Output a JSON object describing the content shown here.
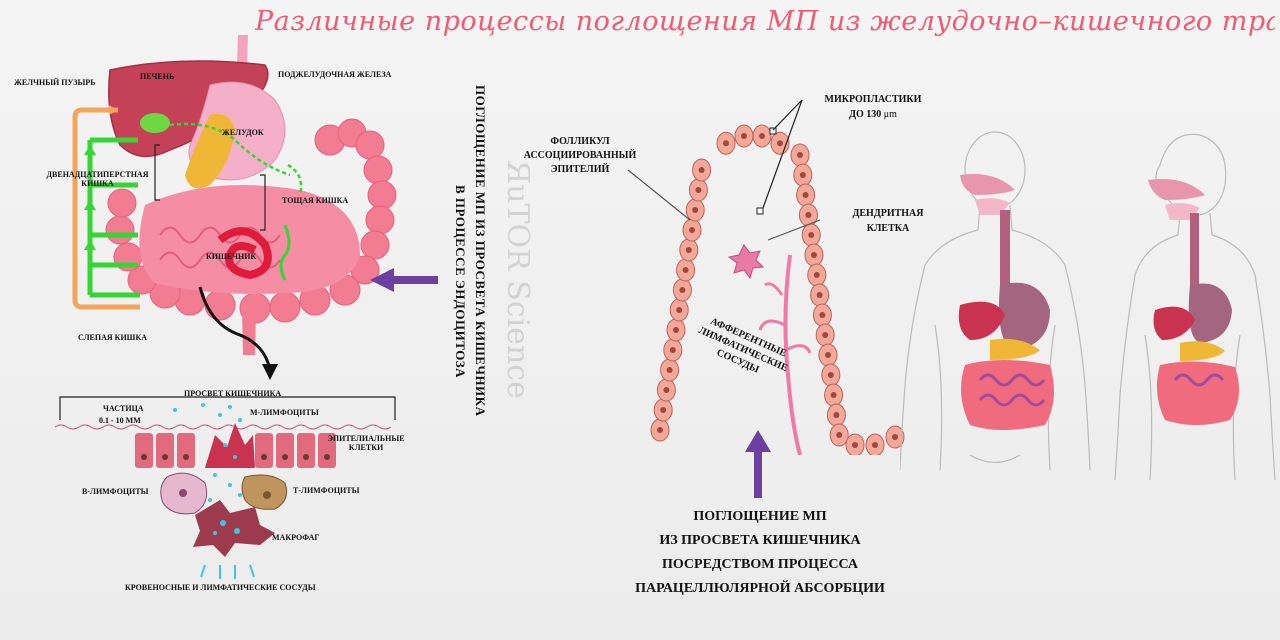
{
  "title": "Различные процессы поглощения МП из желудочно–кишечного тракта после воздействия",
  "watermark": "ЯuTOR Science",
  "colors": {
    "title": "#f05a72",
    "arrow": "#6c3fa0",
    "green_path": "#33d633",
    "orange_path": "#f3a65a",
    "tissue": "#f26b84",
    "cell_fill": "#f2a99a"
  },
  "left_panel": {
    "labels": {
      "gallbladder": "ЖЕЛЧНЫЙ ПУЗЫРЬ",
      "liver": "ПЕЧЕНЬ",
      "pancreas": "ПОДЖЕЛУДОЧНАЯ ЖЕЛЕЗА",
      "stomach": "ЖЕЛУДОК",
      "duodenum_1": "ДВЕНАДЦАТИПЕРСТНАЯ",
      "duodenum_2": "КИШКА",
      "jejunum": "ТОЩАЯ КИШКА",
      "intestine": "КИШЕЧНИК",
      "cecum": "СЛЕПАЯ КИШКА"
    },
    "detail": {
      "lumen": "ПРОСВЕТ КИШЕЧНИКА",
      "particle": "ЧАСТИЦА",
      "particle_size": "0.1 - 10 μm",
      "m_cells": "М-ЛИМФОЦИТЫ",
      "epithelial_1": "ЭПИТЕЛИАЛЬНЫЕ",
      "epithelial_2": "КЛЕТКИ",
      "b_cells": "В-ЛИМФОЦИТЫ",
      "t_cells": "Т-ЛИМФОЦИТЫ",
      "macrophage": "МАКРОФАГ",
      "vessels": "КРОВЕНОСНЫЕ И ЛИМФАТИЧЕСКИЕ СОСУДЫ"
    }
  },
  "vertical_caption": {
    "line1": "ПОГЛОЩЕНИЕ МП ИЗ ПРОСВЕТА КИШЕЧНИКА",
    "line2": "В ПРОЦЕССЕ ЭНДОЦИТОЗА"
  },
  "villus_panel": {
    "follicle_1": "ФОЛЛИКУЛ",
    "follicle_2": "АССОЦИИРОВАННЫЙ",
    "follicle_3": "ЭПИТЕЛИЙ",
    "micro_1": "МИКРОПЛАСТИКИ",
    "micro_2": "ДО 130",
    "micro_unit": "μm",
    "dendritic_1": "ДЕНДРИТНАЯ",
    "dendritic_2": "КЛЕТКА",
    "afferent_1": "АФФЕРЕНТНЫЕ",
    "afferent_2": "ЛИМФАТИЧЕСКИЕ",
    "afferent_3": "СОСУДЫ",
    "caption_1": "ПОГЛОЩЕНИЕ МП",
    "caption_2": "ИЗ ПРОСВЕТА КИШЕЧНИКА",
    "caption_3": "ПОСРЕДСТВОМ ПРОЦЕССА",
    "caption_4": "ПАРАЦЕЛЛЮЛЯРНОЙ АБСОРБЦИИ"
  }
}
